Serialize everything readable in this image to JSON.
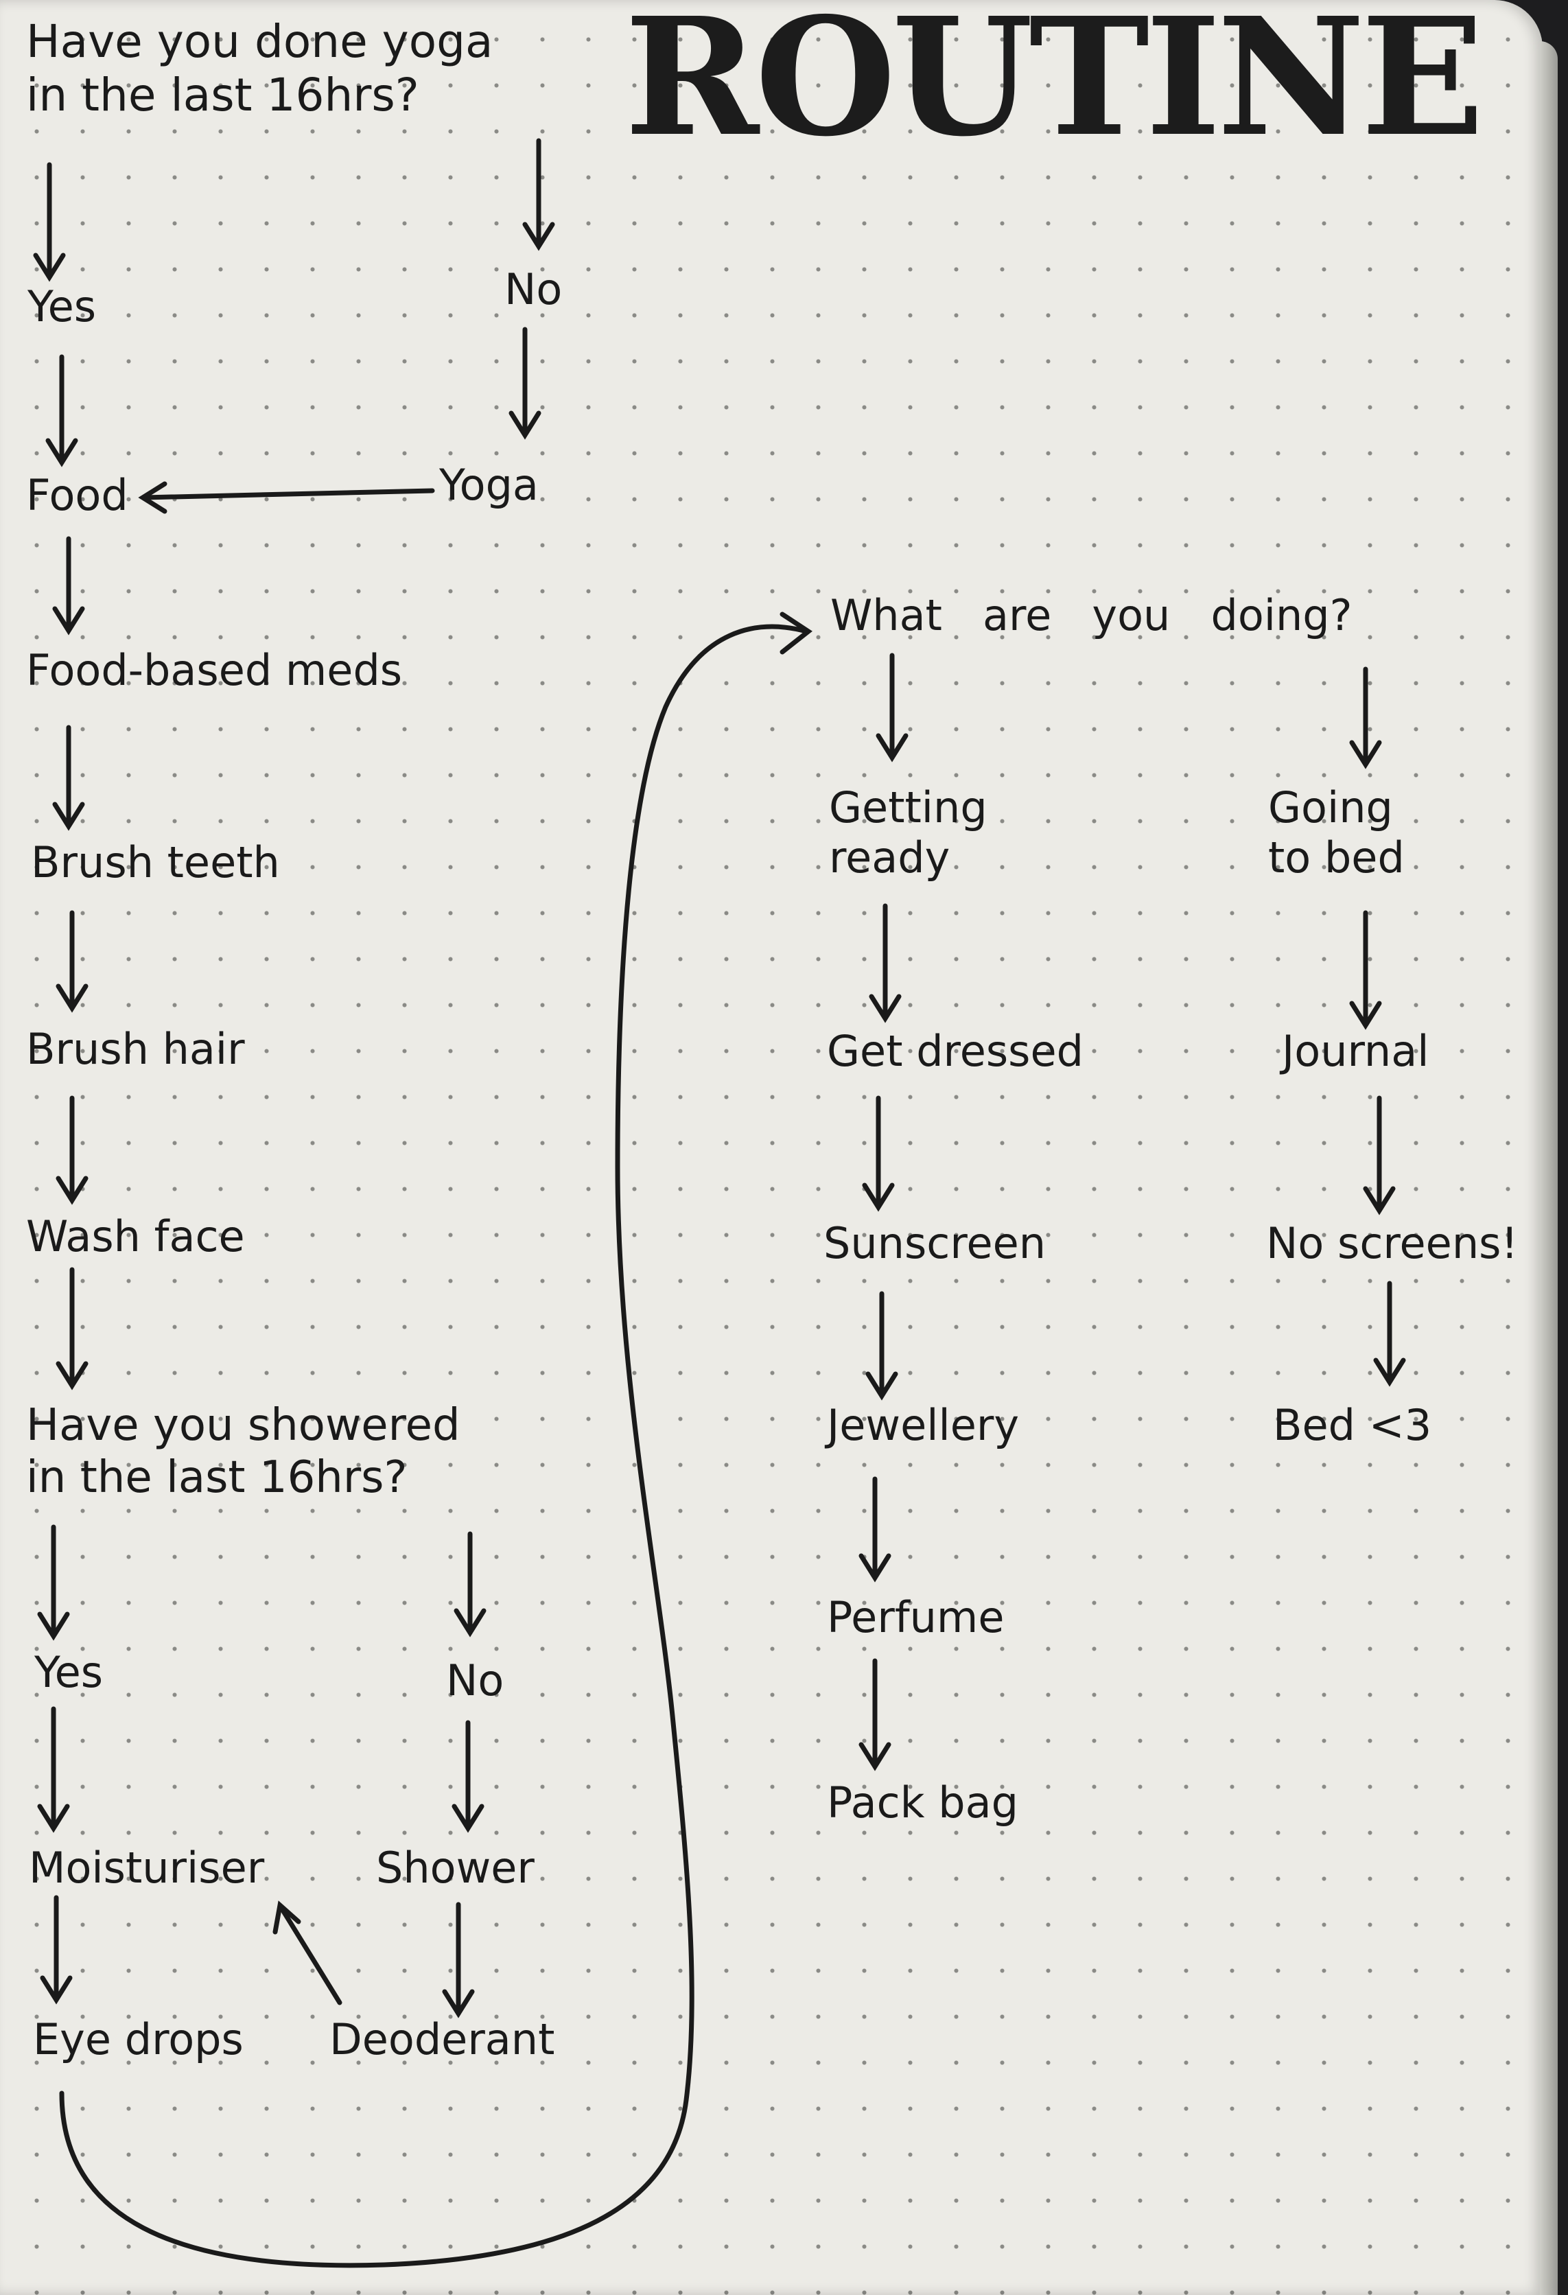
{
  "title": "ROUTINE",
  "nodes": {
    "q_yoga": "Have you done yoga\nin the last 16hrs?",
    "yes_1": "Yes",
    "no_1": "No",
    "food": "Food",
    "yoga": "Yoga",
    "food_meds": "Food-based meds",
    "brush_teeth": "Brush teeth",
    "brush_hair": "Brush hair",
    "wash_face": "Wash face",
    "q_shower": "Have you showered\nin the last 16hrs?",
    "yes_2": "Yes",
    "no_2": "No",
    "moisturiser": "Moisturiser",
    "shower": "Shower",
    "eye_drops": "Eye drops",
    "deoderant": "Deoderant",
    "q_doing": "What   are   you   doing?",
    "getting_ready": "Getting\nready",
    "going_to_bed": "Going\nto bed",
    "get_dressed": "Get dressed",
    "journal": "Journal",
    "sunscreen": "Sunscreen",
    "no_screens": "No screens!",
    "jewellery": "Jewellery",
    "bed": "Bed <3",
    "perfume": "Perfume",
    "pack_bag": "Pack bag"
  },
  "colors": {
    "paper": "#ecebe6",
    "ink": "#1a1a1a",
    "dots": "#8a8a86",
    "background": "#1d1d1f"
  }
}
